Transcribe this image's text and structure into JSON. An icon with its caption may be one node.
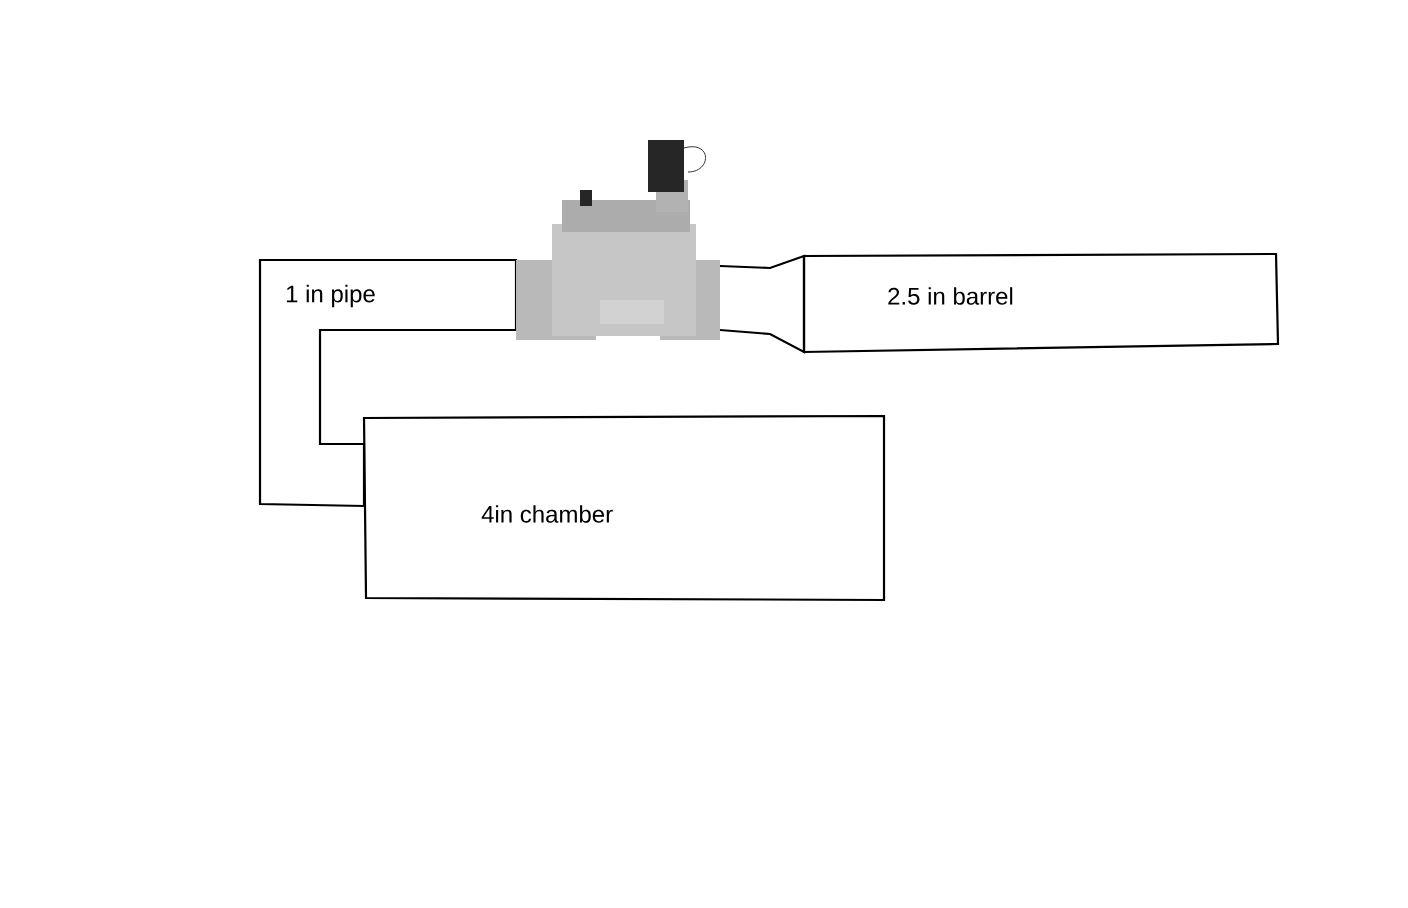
{
  "diagram": {
    "nodes": [
      {
        "text": [
          "1 in pipe"
        ]
      },
      {
        "text": [],
        "shape": "picture"
      },
      {
        "text": [
          "2.5 in barrel"
        ]
      },
      {
        "text": [
          "4in chamber"
        ]
      }
    ]
  }
}
